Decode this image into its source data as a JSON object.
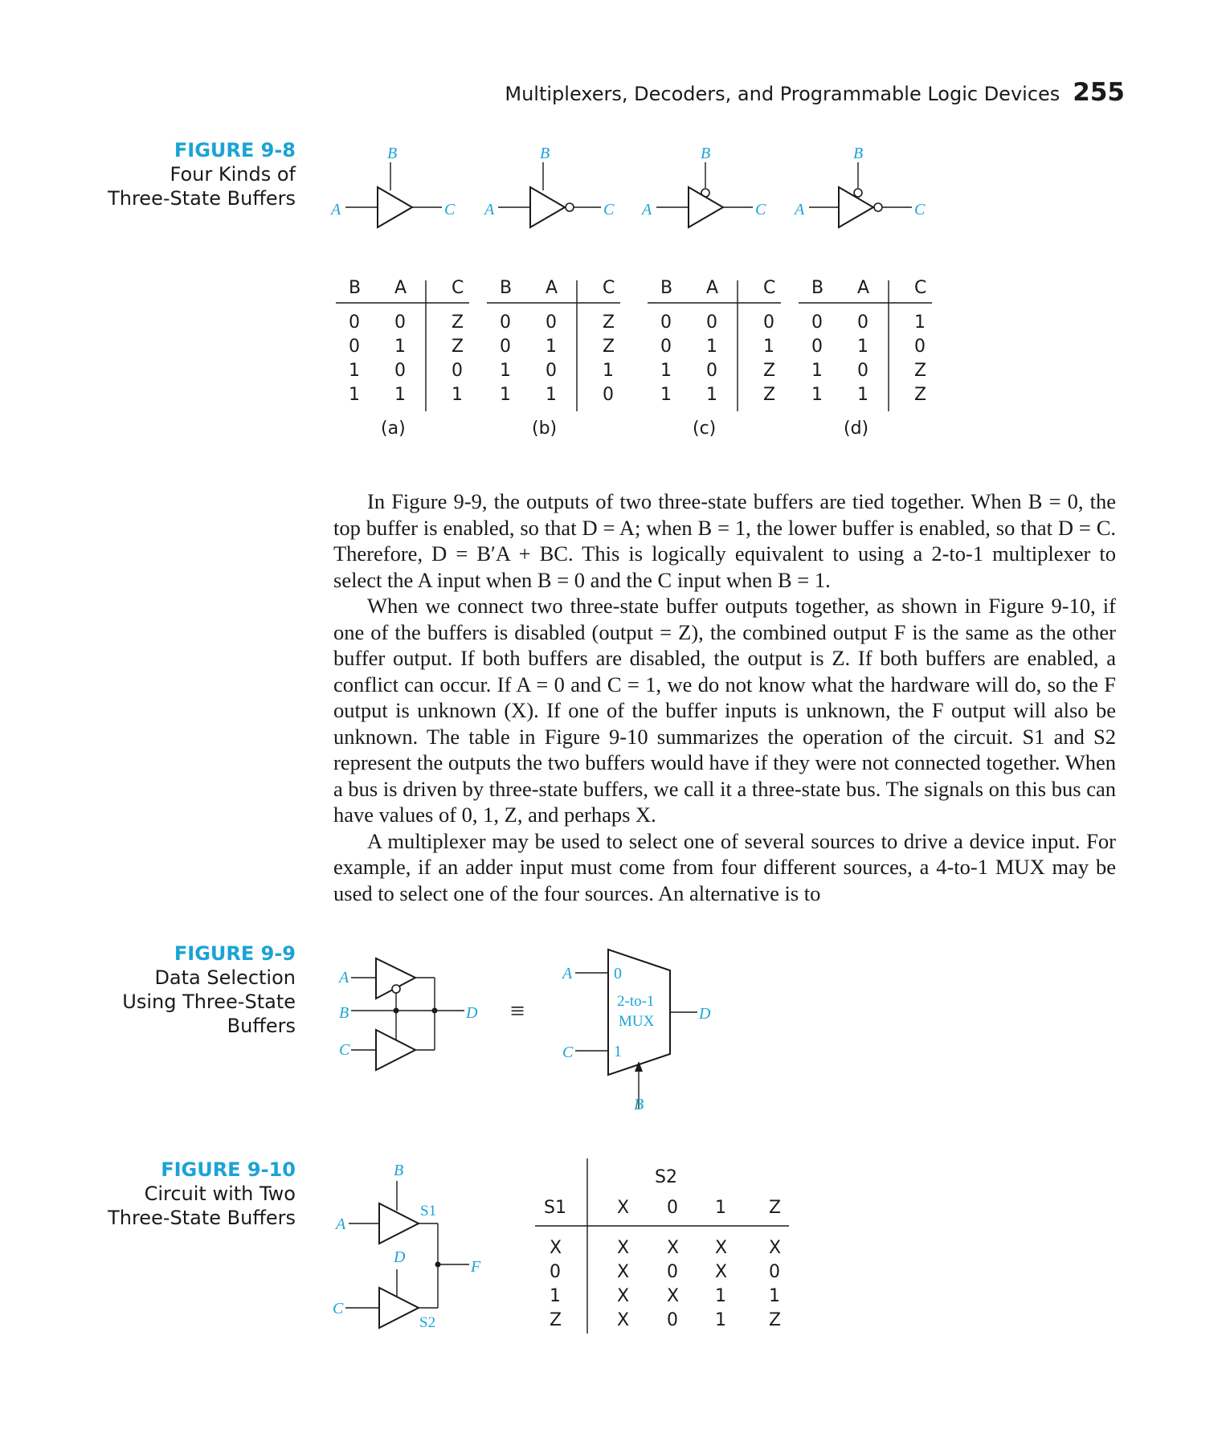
{
  "header": {
    "running_title": "Multiplexers, Decoders, and Programmable Logic Devices",
    "page_number": "255"
  },
  "fig_9_8": {
    "number": "FIGURE 9-8",
    "caption_lines": [
      "Four Kinds of",
      "Three-State Buffers"
    ],
    "symbol_labels": {
      "input": "A",
      "control": "B",
      "output": "C"
    },
    "tables": [
      {
        "label": "(a)",
        "headers": [
          "B",
          "A",
          "C"
        ],
        "rows": [
          [
            "0",
            "0",
            "Z"
          ],
          [
            "0",
            "1",
            "Z"
          ],
          [
            "1",
            "0",
            "0"
          ],
          [
            "1",
            "1",
            "1"
          ]
        ]
      },
      {
        "label": "(b)",
        "headers": [
          "B",
          "A",
          "C"
        ],
        "rows": [
          [
            "0",
            "0",
            "Z"
          ],
          [
            "0",
            "1",
            "Z"
          ],
          [
            "1",
            "0",
            "1"
          ],
          [
            "1",
            "1",
            "0"
          ]
        ]
      },
      {
        "label": "(c)",
        "headers": [
          "B",
          "A",
          "C"
        ],
        "rows": [
          [
            "0",
            "0",
            "0"
          ],
          [
            "0",
            "1",
            "1"
          ],
          [
            "1",
            "0",
            "Z"
          ],
          [
            "1",
            "1",
            "Z"
          ]
        ]
      },
      {
        "label": "(d)",
        "headers": [
          "B",
          "A",
          "C"
        ],
        "rows": [
          [
            "0",
            "0",
            "1"
          ],
          [
            "0",
            "1",
            "0"
          ],
          [
            "1",
            "0",
            "Z"
          ],
          [
            "1",
            "1",
            "Z"
          ]
        ]
      }
    ]
  },
  "body": {
    "p1": "In Figure 9-9, the outputs of two three-state buffers are tied together. When B = 0, the top buffer is enabled, so that D = A; when B = 1, the lower buffer is enabled, so that D = C. Therefore, D = B′A + BC. This is logically equivalent to using a 2-to-1 multiplexer to select the A input when B = 0 and the C input when B = 1.",
    "p2": "When we connect two three-state buffer outputs together, as shown in Figure 9-10, if one of the buffers is disabled (output = Z), the combined output F is the same as the other buffer output. If both buffers are disabled, the output is Z. If both buffers are enabled, a conflict can occur. If A = 0 and C = 1, we do not know what the hardware will do, so the F output is unknown (X). If one of the buffer inputs is unknown, the F output will also be unknown. The table in Figure 9-10 summarizes the operation of the circuit. S1 and S2 represent the outputs the two buffers would have if they were not connected together. When a bus is driven by three-state buffers, we call it a three-state bus. The signals on this bus can have values of 0, 1, Z, and perhaps X.",
    "p3": "A multiplexer may be used to select one of several sources to drive a device input. For example, if an adder input must come from four different sources, a 4-to-1 MUX may be used to select one of the four sources. An alternative is to"
  },
  "fig_9_9": {
    "number": "FIGURE 9-9",
    "caption_lines": [
      "Data Selection",
      "Using Three-State",
      "Buffers"
    ],
    "labels": {
      "a": "A",
      "b": "B",
      "c": "C",
      "d": "D"
    },
    "equiv": "≡",
    "mux": {
      "in0": "0",
      "in1": "1",
      "line1": "2-to-1",
      "line2": "MUX"
    }
  },
  "fig_9_10": {
    "number": "FIGURE 9-10",
    "caption_lines": [
      "Circuit with Two",
      "Three-State Buffers"
    ],
    "labels": {
      "a": "A",
      "b": "B",
      "c": "C",
      "d": "D",
      "f": "F",
      "s1": "S1",
      "s2": "S2"
    },
    "table": {
      "col_header": "S2",
      "row_header": "S1",
      "columns": [
        "X",
        "0",
        "1",
        "Z"
      ],
      "rows": [
        {
          "s1": "X",
          "cells": [
            "X",
            "X",
            "X",
            "X"
          ]
        },
        {
          "s1": "0",
          "cells": [
            "X",
            "0",
            "X",
            "0"
          ]
        },
        {
          "s1": "1",
          "cells": [
            "X",
            "X",
            "1",
            "1"
          ]
        },
        {
          "s1": "Z",
          "cells": [
            "X",
            "0",
            "1",
            "Z"
          ]
        }
      ]
    }
  }
}
